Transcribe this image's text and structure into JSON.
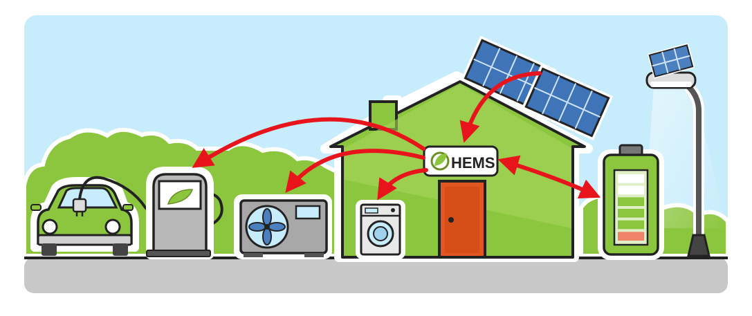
{
  "hems_label": "HEMS",
  "components": {
    "car": "electric-car",
    "charger": "charging-station",
    "heat_pump": "heat-pump",
    "washer": "washing-machine",
    "house": "house",
    "solar": "solar-panels",
    "battery": "home-battery",
    "street_light": "solar-street-light"
  },
  "colors": {
    "sky": "#c7ecfb",
    "ground": "#c8c8c8",
    "bush": "#8cc63f",
    "house": "#8cc63f",
    "house_light": "#a6d35a",
    "door": "#e2571f",
    "arrow": "#e8141c",
    "outline": "#000000"
  },
  "battery_level": 0.7
}
